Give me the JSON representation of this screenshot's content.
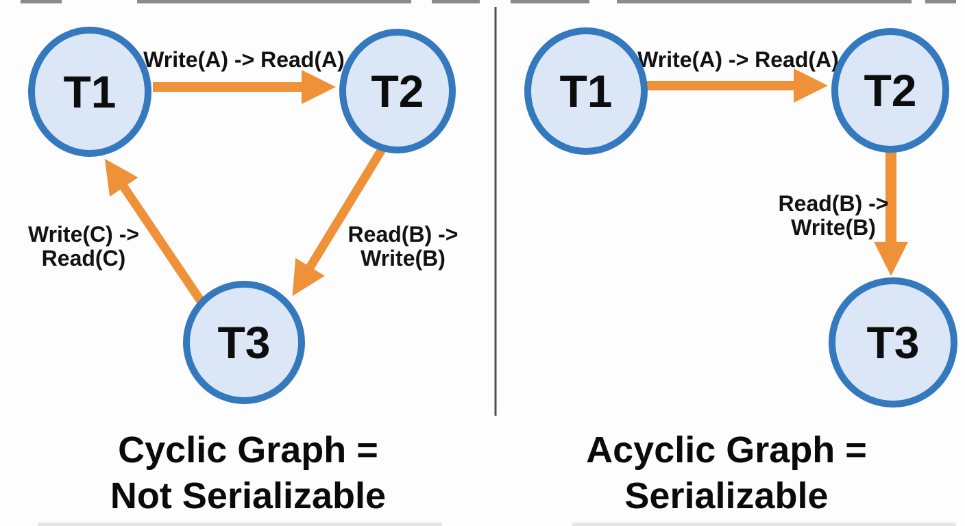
{
  "colors": {
    "node_fill": "#dbe7f7",
    "node_stroke": "#3478bd",
    "arrow": "#ef9138",
    "divider": "#3d3d3d",
    "text": "#0d0d0d",
    "background": "#fdfdfd"
  },
  "left_panel": {
    "nodes": {
      "t1": "T1",
      "t2": "T2",
      "t3": "T3"
    },
    "edges": {
      "t1_t2_label": "Write(A) -> Read(A)",
      "t2_t3_label_line1": "Read(B) ->",
      "t2_t3_label_line2": "Write(B)",
      "t3_t1_label_line1": "Write(C) ->",
      "t3_t1_label_line2": "Read(C)"
    },
    "caption_line1": "Cyclic Graph =",
    "caption_line2": "Not Serializable"
  },
  "right_panel": {
    "nodes": {
      "t1": "T1",
      "t2": "T2",
      "t3": "T3"
    },
    "edges": {
      "t1_t2_label": "Write(A) -> Read(A)",
      "t2_t3_label_line1": "Read(B) ->",
      "t2_t3_label_line2": "Write(B)"
    },
    "caption_line1": "Acyclic Graph =",
    "caption_line2": "Serializable"
  }
}
